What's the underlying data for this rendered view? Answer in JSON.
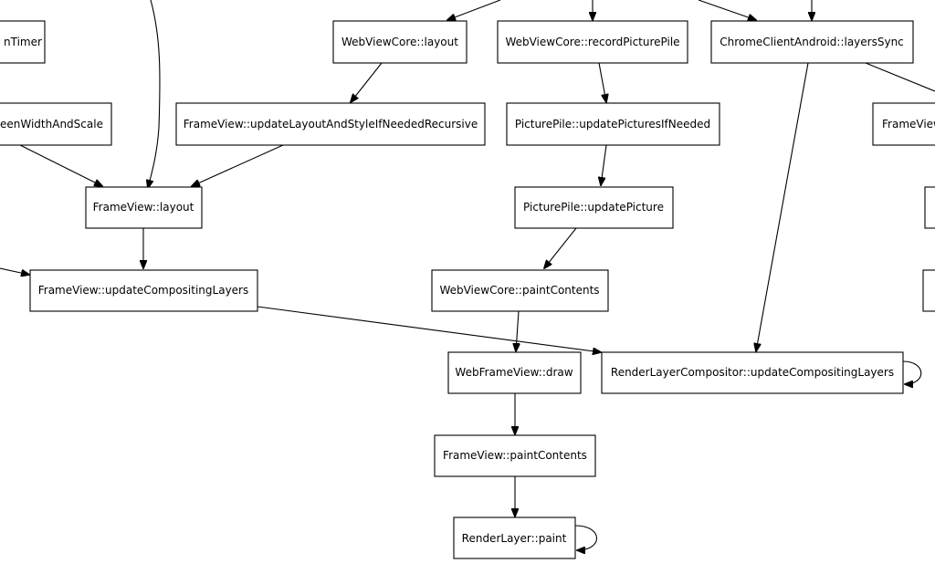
{
  "nodes": [
    {
      "id": "n_timer",
      "label": "nTimer"
    },
    {
      "id": "n_screenwidth",
      "label": "eenWidthAndScale"
    },
    {
      "id": "n_wvc_layout",
      "label": "WebViewCore::layout"
    },
    {
      "id": "n_wvc_record",
      "label": "WebViewCore::recordPicturePile"
    },
    {
      "id": "n_chrome_sync",
      "label": "ChromeClientAndroid::layersSync"
    },
    {
      "id": "n_fv_update_layout",
      "label": "FrameView::updateLayoutAndStyleIfNeededRecursive"
    },
    {
      "id": "n_pp_update_pictures",
      "label": "PicturePile::updatePicturesIfNeeded"
    },
    {
      "id": "n_fv_right",
      "label": "FrameView"
    },
    {
      "id": "n_fv_layout",
      "label": "FrameView::layout"
    },
    {
      "id": "n_pp_update_picture",
      "label": "PicturePile::updatePicture"
    },
    {
      "id": "n_fv_update_comp",
      "label": "FrameView::updateCompositingLayers"
    },
    {
      "id": "n_wvc_paint",
      "label": "WebViewCore::paintContents"
    },
    {
      "id": "n_wfv_draw",
      "label": "WebFrameView::draw"
    },
    {
      "id": "n_rlc_update",
      "label": "RenderLayerCompositor::updateCompositingLayers"
    },
    {
      "id": "n_fv_paint",
      "label": "FrameView::paintContents"
    },
    {
      "id": "n_rl_paint",
      "label": "RenderLayer::paint"
    },
    {
      "id": "n_right_box_1",
      "label": ""
    },
    {
      "id": "n_right_box_2",
      "label": ""
    }
  ],
  "edges": [
    {
      "from": "offscreen_top_1",
      "to": "n_fv_layout"
    },
    {
      "from": "offscreen_top_2",
      "to": "n_wvc_layout"
    },
    {
      "from": "offscreen_top_3",
      "to": "n_wvc_record"
    },
    {
      "from": "offscreen_top_4",
      "to": "n_chrome_sync"
    },
    {
      "from": "offscreen_top_5",
      "to": "n_chrome_sync"
    },
    {
      "from": "n_wvc_layout",
      "to": "n_fv_update_layout"
    },
    {
      "from": "n_wvc_record",
      "to": "n_pp_update_pictures"
    },
    {
      "from": "n_chrome_sync",
      "to": "n_rlc_update"
    },
    {
      "from": "n_chrome_sync",
      "to": "n_fv_right"
    },
    {
      "from": "n_screenwidth",
      "to": "n_fv_layout"
    },
    {
      "from": "n_fv_update_layout",
      "to": "n_fv_layout"
    },
    {
      "from": "n_pp_update_pictures",
      "to": "n_pp_update_picture"
    },
    {
      "from": "n_fv_layout",
      "to": "n_fv_update_comp"
    },
    {
      "from": "offscreen_left",
      "to": "n_fv_update_comp"
    },
    {
      "from": "n_pp_update_picture",
      "to": "n_wvc_paint"
    },
    {
      "from": "n_fv_update_comp",
      "to": "n_rlc_update"
    },
    {
      "from": "n_wvc_paint",
      "to": "n_wfv_draw"
    },
    {
      "from": "n_rlc_update",
      "to": "n_rlc_update"
    },
    {
      "from": "n_wfv_draw",
      "to": "n_fv_paint"
    },
    {
      "from": "n_fv_paint",
      "to": "n_rl_paint"
    },
    {
      "from": "n_rl_paint",
      "to": "n_rl_paint"
    }
  ]
}
